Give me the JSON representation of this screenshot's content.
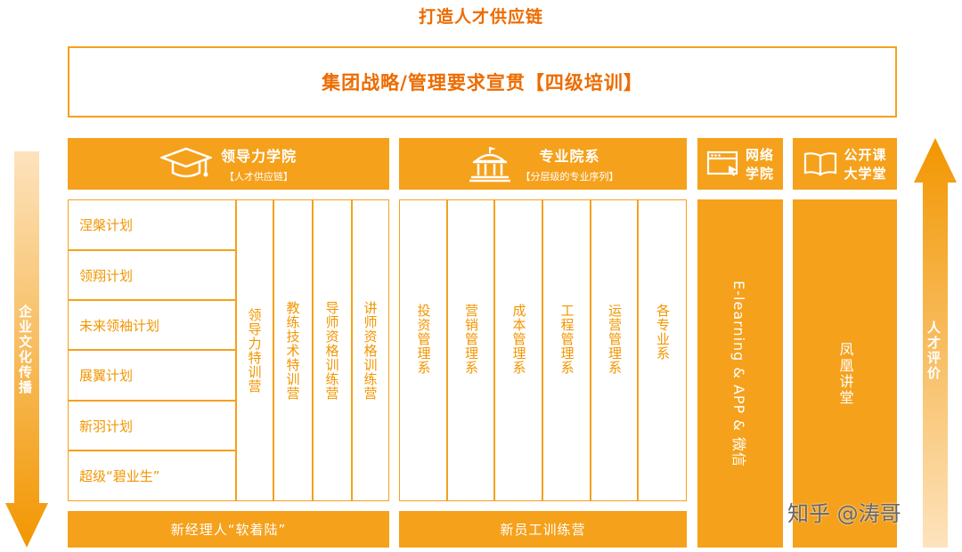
{
  "title": "打造人才供应链",
  "banner": "集团战略/管理要求宣贯【四级培训】",
  "leadership": {
    "title": "领导力学院",
    "subtitle": "【人才供应链】",
    "icon": "graduation-cap-icon",
    "programs": [
      "涅槃计划",
      "领翔计划",
      "未来领袖计划",
      "展翼计划",
      "新羽计划",
      "超级“碧业生”"
    ],
    "camps": [
      "领导力特训营",
      "教练技术特训营",
      "导师资格训练营",
      "讲师资格训练营"
    ],
    "footer": "新经理人“软着陆”"
  },
  "professional": {
    "title": "专业院系",
    "subtitle": "【分层级的专业序列】",
    "icon": "institution-building-icon",
    "departments": [
      "投资管理系",
      "营销管理系",
      "成本管理系",
      "工程管理系",
      "运营管理系",
      "各专业系"
    ],
    "footer": "新员工训练营"
  },
  "online": {
    "title_line1": "网络",
    "title_line2": "学院",
    "icon": "browser-window-icon",
    "bar_text": "E-learning & APP & 微信"
  },
  "open_course": {
    "title_line1": "公开课",
    "title_line2": "大学堂",
    "icon": "open-book-icon",
    "bar_text": "凤凰讲堂"
  },
  "left_arrow": "企业文化传播",
  "right_arrow": "人才评价",
  "watermark": "知乎 @涛哥",
  "colors": {
    "orange": "#f5a11c",
    "title_orange": "#ec6c00",
    "text_orange": "#f29600"
  }
}
